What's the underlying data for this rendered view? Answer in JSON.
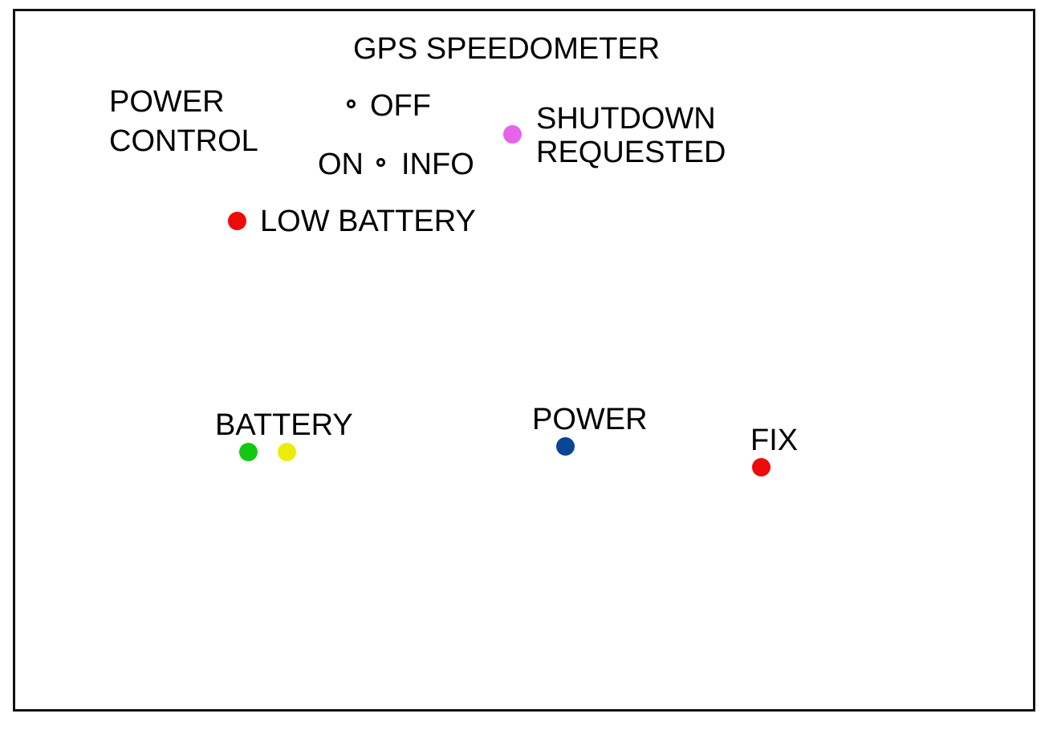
{
  "title": "GPS SPEEDOMETER",
  "power_control": {
    "label_line1": "POWER",
    "label_line2": "CONTROL",
    "switch": {
      "off_label": "OFF",
      "on_label": "ON",
      "info_label": "INFO",
      "hole_icon": "switch-position-hole-icon"
    }
  },
  "indicators": {
    "shutdown": {
      "label_line1": "SHUTDOWN",
      "label_line2": "REQUESTED",
      "color": "#e664ea"
    },
    "low_battery": {
      "label": "LOW BATTERY",
      "color": "#ee0a0a"
    },
    "battery": {
      "label": "BATTERY",
      "colors": [
        "#12c812",
        "#ecec0a"
      ]
    },
    "power": {
      "label": "POWER",
      "color": "#0a4596"
    },
    "fix": {
      "label": "FIX",
      "color": "#ee0a0a"
    }
  }
}
